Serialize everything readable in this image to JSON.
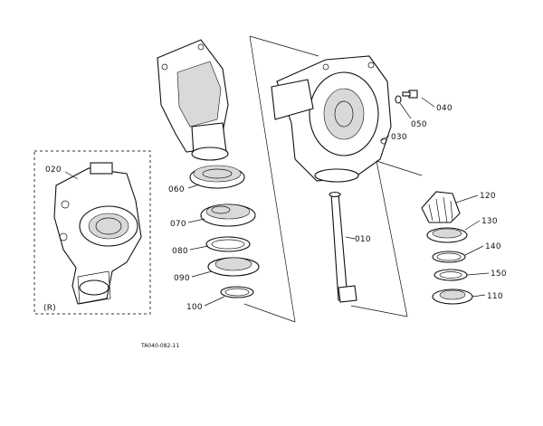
{
  "diagram": {
    "callouts": {
      "p010": "010",
      "p020": "020",
      "p030": "030",
      "p040": "040",
      "p050": "050",
      "p060": "060",
      "p070": "070",
      "p080": "080",
      "p090": "090",
      "p100": "100",
      "p110": "110",
      "p120": "120",
      "p130": "130",
      "p140": "140",
      "p150": "150"
    },
    "inset_label": "(R)",
    "figure_code": "TA040-082-11"
  }
}
